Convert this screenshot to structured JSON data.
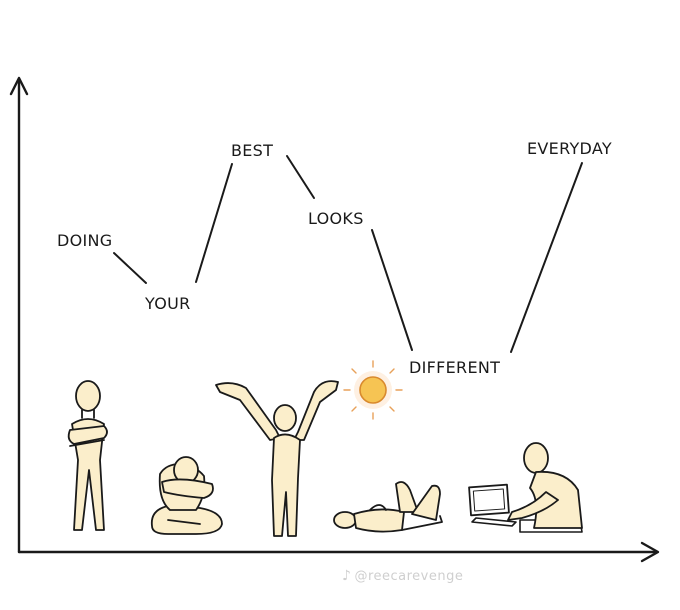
{
  "words": {
    "doing": "DOING",
    "your": "YOUR",
    "best": "BEST",
    "looks": "LOOKS",
    "different": "DIFFERENT",
    "everyday": "EVERYDAY"
  },
  "figures": [
    {
      "icon": "standing-arms-crossed-figure-icon"
    },
    {
      "icon": "sitting-hugging-knees-figure-icon"
    },
    {
      "icon": "arms-raised-figure-icon"
    },
    {
      "icon": "lying-down-figure-icon"
    },
    {
      "icon": "laptop-working-figure-icon"
    }
  ],
  "sun_icon": "sun-icon",
  "watermark": {
    "icon": "tiktok-icon",
    "handle": "@reecarevenge"
  },
  "colors": {
    "ink": "#1a1a1a",
    "skin": "#fbeecb",
    "sun": "#f6c453",
    "sun_rays": "#e8a15a"
  }
}
